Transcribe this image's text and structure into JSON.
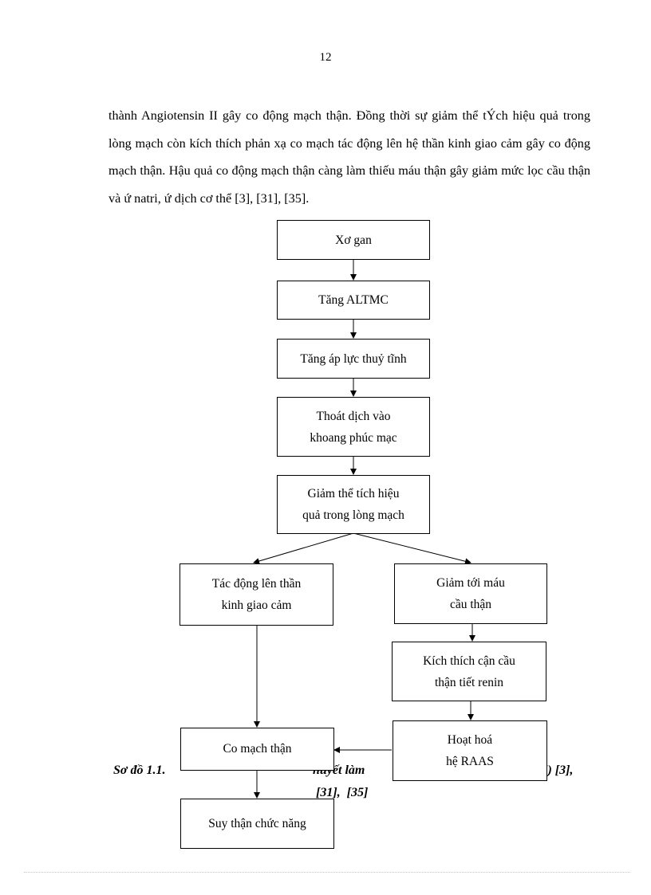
{
  "page_number": "12",
  "paragraph": "thành Angiotensin II gây co động mạch thận. Đồng thời sự giảm thể tÝch hiệu quả trong lòng mạch còn kích thích phản xạ co mạch tác động lên hệ thần kinh giao cảm gây co động mạch thận. Hậu quả co động mạch thận càng làm thiếu máu thận gây giảm mức lọc cầu thận và ứ natri, ứ dịch cơ thể [3], [31], [35].",
  "flowchart": {
    "xo_gan": "Xơ gan",
    "tang_altmc": "Tăng ALTMC",
    "tang_ap_luc": "Tăng áp lực thuỷ tĩnh",
    "thoat_dich": "Thoát dịch vào\nkhoang phúc mạc",
    "giam_the_tich": "Giảm thể tích hiệu\nquả trong lòng mạch",
    "tac_dong": "Tác động lên thần\nkinh giao cảm",
    "giam_toi_mau": "Giảm tới   máu\ncầu thận",
    "kich_thich": "Kích thích cận cầu\nthận tiết renin",
    "hoat_hoa": "Hoạt hoá\nhệ RAAS",
    "co_mach": "Co mạch thận",
    "suy_than": "Suy thận chức năng"
  },
  "caption": {
    "part1": "Sơ đồ 1.1.",
    "part2": "huyết làm",
    "part3": "l) [3],",
    "part4": "[31],  [35]"
  }
}
